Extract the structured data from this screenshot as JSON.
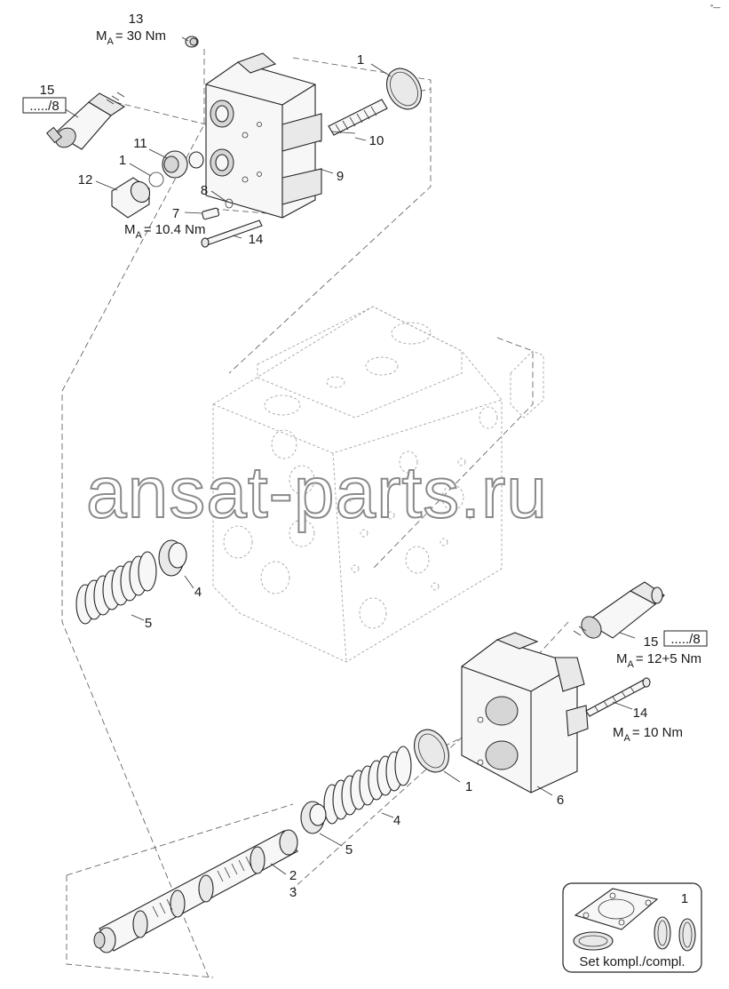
{
  "corner_mark": "°—",
  "watermark": "ansat-parts.ru",
  "callouts": {
    "c13": "13",
    "c1a": "1",
    "c15a": "15",
    "c15a_ref": "...../8",
    "c11": "11",
    "c1b": "1",
    "c10": "10",
    "c12": "12",
    "c9": "9",
    "c8": "8",
    "c7": "7",
    "c14a": "14",
    "c4a": "4",
    "c5a": "5",
    "c15b": "15",
    "c15b_ref": "...../8",
    "c14b": "14",
    "c1c": "1",
    "c6": "6",
    "c4b": "4",
    "c5b": "5",
    "c2": "2",
    "c3": "3",
    "c1d": "1"
  },
  "torques": {
    "t13": {
      "m": "M",
      "sub": "A",
      "value": "= 30 Nm"
    },
    "t7": {
      "m": "M",
      "sub": "A",
      "value": "= 10.4 Nm"
    },
    "t15b": {
      "m": "M",
      "sub": "A",
      "value": "= 12+5 Nm"
    },
    "t14b": {
      "m": "M",
      "sub": "A",
      "value": "= 10 Nm"
    }
  },
  "seal_kit": {
    "label": "Set kompl./compl."
  }
}
